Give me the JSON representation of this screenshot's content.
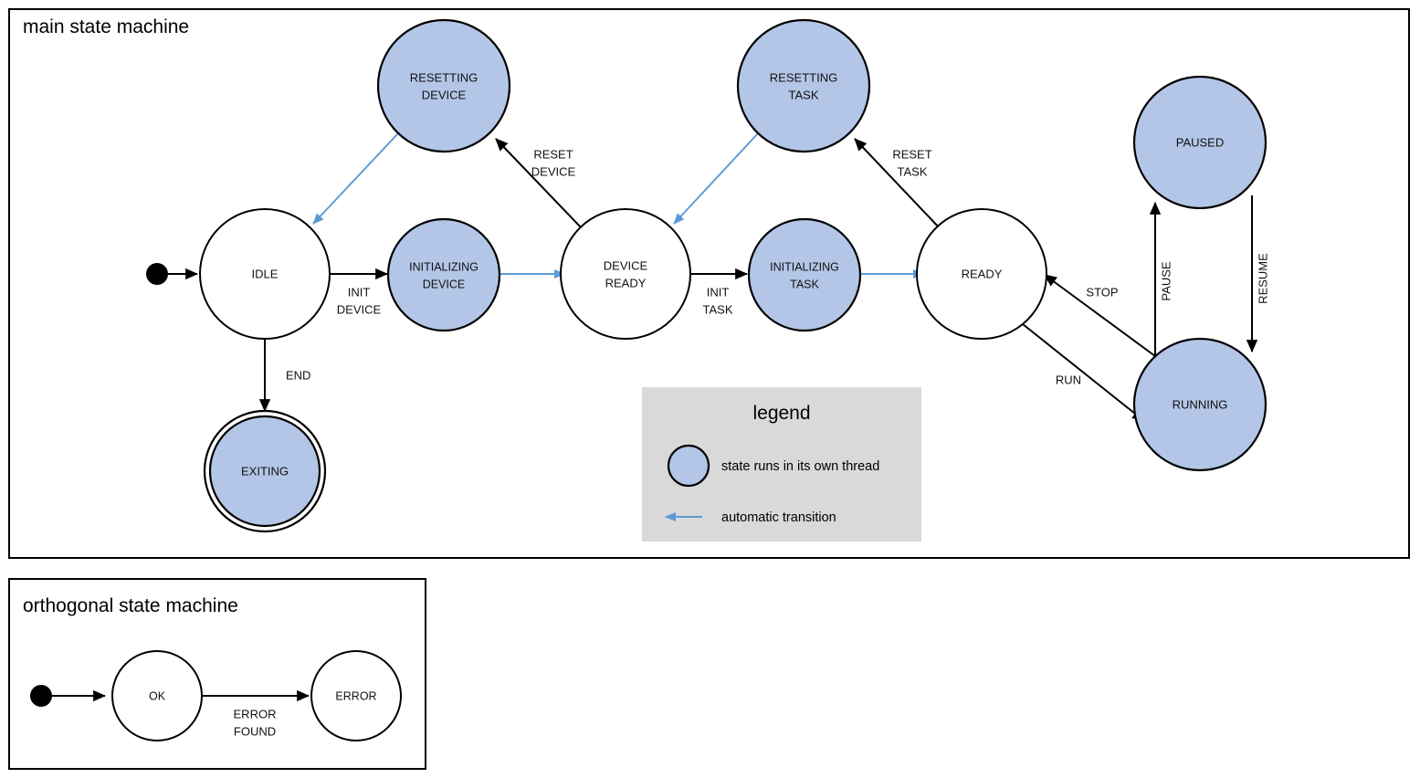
{
  "colors": {
    "thread_state_fill": "#b3c6e7",
    "plain_state_fill": "#ffffff",
    "stroke": "#000000",
    "auto_transition": "#5b9bd5",
    "legend_background": "#d9d9d9"
  },
  "frames": {
    "main": {
      "title": "main state machine"
    },
    "orthogonal": {
      "title": "orthogonal state machine"
    }
  },
  "main_machine": {
    "states": [
      {
        "id": "idle",
        "label_line1": "IDLE",
        "label_line2": "",
        "threaded": false,
        "final": false
      },
      {
        "id": "resetting-device",
        "label_line1": "RESETTING",
        "label_line2": "DEVICE",
        "threaded": true,
        "final": false
      },
      {
        "id": "initializing-device",
        "label_line1": "INITIALIZING",
        "label_line2": "DEVICE",
        "threaded": true,
        "final": false
      },
      {
        "id": "device-ready",
        "label_line1": "DEVICE",
        "label_line2": "READY",
        "threaded": false,
        "final": false
      },
      {
        "id": "resetting-task",
        "label_line1": "RESETTING",
        "label_line2": "TASK",
        "threaded": true,
        "final": false
      },
      {
        "id": "initializing-task",
        "label_line1": "INITIALIZING",
        "label_line2": "TASK",
        "threaded": true,
        "final": false
      },
      {
        "id": "ready",
        "label_line1": "READY",
        "label_line2": "",
        "threaded": false,
        "final": false
      },
      {
        "id": "paused",
        "label_line1": "PAUSED",
        "label_line2": "",
        "threaded": true,
        "final": false
      },
      {
        "id": "running",
        "label_line1": "RUNNING",
        "label_line2": "",
        "threaded": true,
        "final": false
      },
      {
        "id": "exiting",
        "label_line1": "EXITING",
        "label_line2": "",
        "threaded": true,
        "final": true
      }
    ],
    "transitions": [
      {
        "id": "start-idle",
        "label_line1": "",
        "label_line2": "",
        "automatic": false
      },
      {
        "id": "idle-initializing-device",
        "label_line1": "INIT",
        "label_line2": "DEVICE",
        "automatic": false
      },
      {
        "id": "idle-exiting",
        "label_line1": "END",
        "label_line2": "",
        "automatic": false
      },
      {
        "id": "initializing-device-ready",
        "label_line1": "",
        "label_line2": "",
        "automatic": true
      },
      {
        "id": "device-ready-resetting",
        "label_line1": "RESET",
        "label_line2": "DEVICE",
        "automatic": false
      },
      {
        "id": "resetting-device-idle",
        "label_line1": "",
        "label_line2": "",
        "automatic": true
      },
      {
        "id": "device-ready-init-task",
        "label_line1": "INIT",
        "label_line2": "TASK",
        "automatic": false
      },
      {
        "id": "initializing-task-ready",
        "label_line1": "",
        "label_line2": "",
        "automatic": true
      },
      {
        "id": "ready-resetting-task",
        "label_line1": "RESET",
        "label_line2": "TASK",
        "automatic": false
      },
      {
        "id": "resetting-task-device-ready",
        "label_line1": "",
        "label_line2": "",
        "automatic": true
      },
      {
        "id": "ready-running",
        "label_line1": "RUN",
        "label_line2": "",
        "automatic": false
      },
      {
        "id": "running-ready",
        "label_line1": "STOP",
        "label_line2": "",
        "automatic": false
      },
      {
        "id": "running-paused",
        "label_line1": "PAUSE",
        "label_line2": "",
        "automatic": false
      },
      {
        "id": "paused-running",
        "label_line1": "RESUME",
        "label_line2": "",
        "automatic": false
      }
    ]
  },
  "orthogonal_machine": {
    "states": [
      {
        "id": "ok",
        "label_line1": "OK",
        "label_line2": ""
      },
      {
        "id": "error",
        "label_line1": "ERROR",
        "label_line2": ""
      }
    ],
    "transitions": [
      {
        "id": "start-ok",
        "label_line1": "",
        "label_line2": ""
      },
      {
        "id": "ok-error",
        "label_line1": "ERROR",
        "label_line2": "FOUND"
      }
    ]
  },
  "legend": {
    "title": "legend",
    "items": [
      {
        "id": "thread-state",
        "text": "state runs in its own thread",
        "symbol": "filled-circle"
      },
      {
        "id": "auto-arrow",
        "text": "automatic transition",
        "symbol": "blue-arrow"
      }
    ]
  }
}
